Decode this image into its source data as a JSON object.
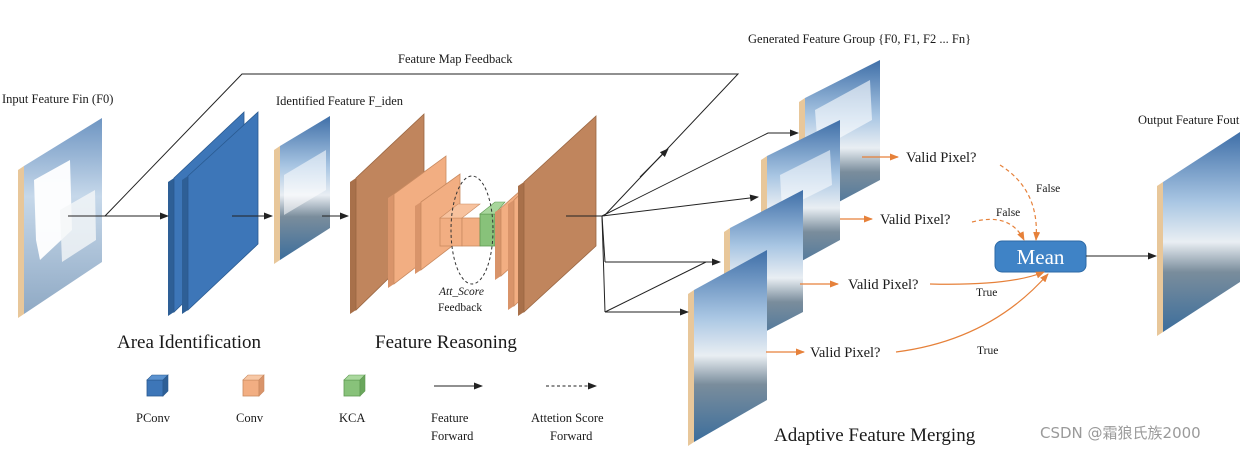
{
  "labels": {
    "input_feature": "Input Feature Fin (F0)",
    "identified_feature": "Identified Feature F_iden",
    "feature_map_feedback": "Feature Map Feedback",
    "generated_group": "Generated Feature Group {F0, F1, F2 ... Fn}",
    "output_feature": "Output Feature Fout",
    "att_score": "Att_Score",
    "feedback": "Feedback",
    "mean": "Mean",
    "valid_pixel": "Valid Pixel?",
    "false_label": "False",
    "true_label": "True"
  },
  "sections": {
    "area_identification": "Area Identification",
    "feature_reasoning": "Feature Reasoning",
    "adaptive_merging": "Adaptive Feature Merging"
  },
  "legend": {
    "pconv": "PConv",
    "conv": "Conv",
    "kca": "KCA",
    "feature_forward_1": "Feature",
    "feature_forward_2": "Forward",
    "attention_forward_1": "Attetion Score",
    "attention_forward_2": "Forward"
  },
  "watermark": "CSDN @霜狼氏族2000",
  "colors": {
    "pconv": "#3d76b8",
    "conv_dark": "#c0855d",
    "conv_light": "#f2ae82",
    "kca": "#88c27a",
    "mean_box": "#3f83c6",
    "orange_arrow": "#e6813a"
  }
}
